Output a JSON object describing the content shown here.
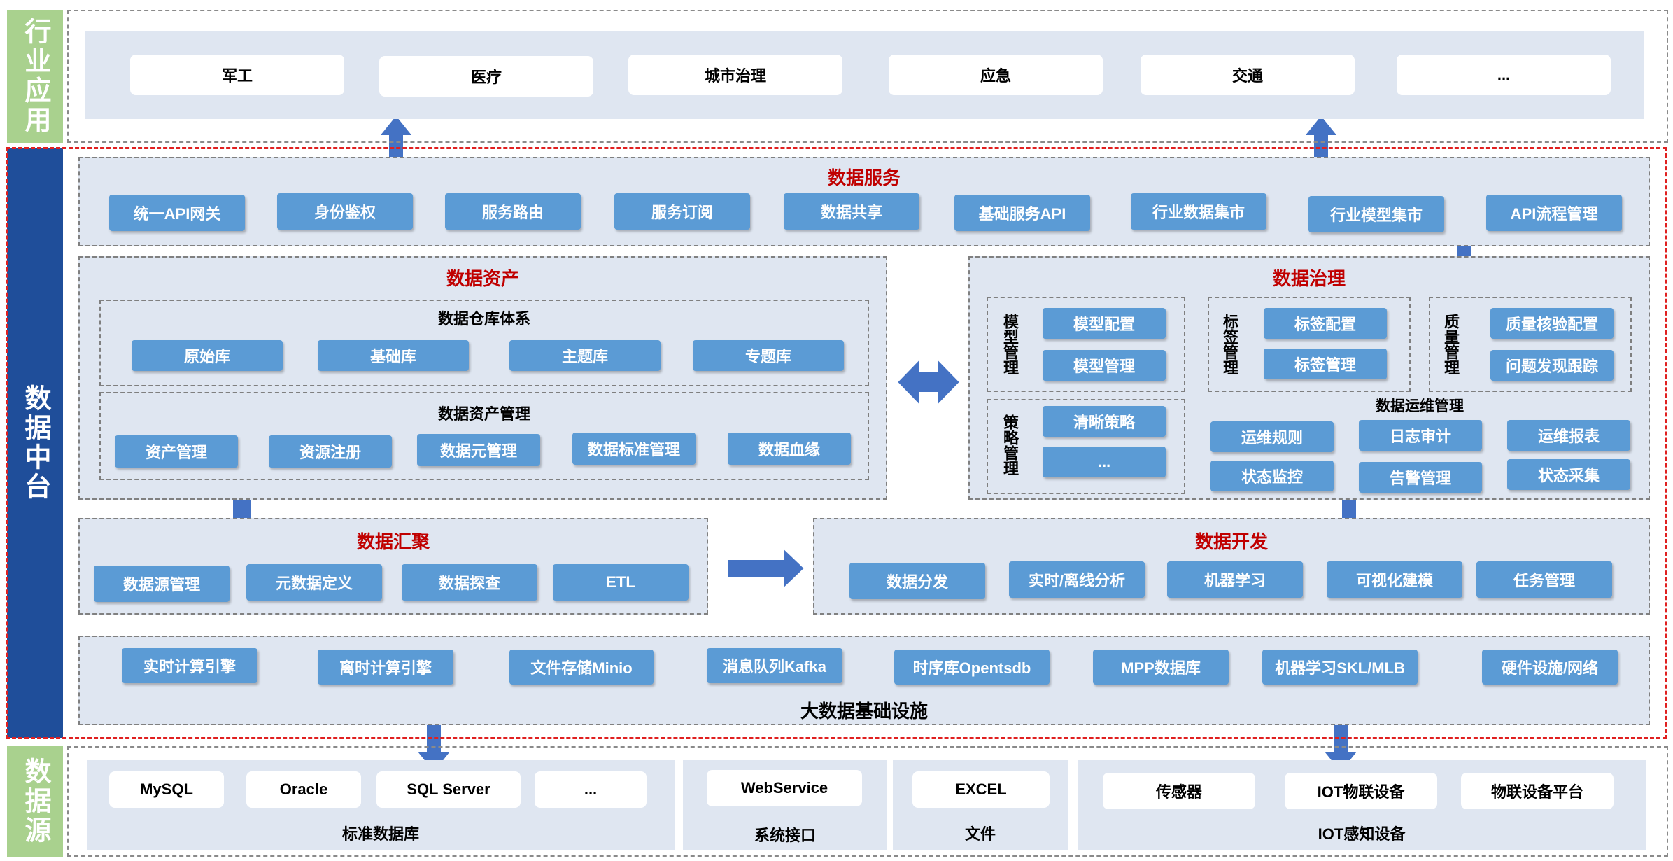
{
  "colors": {
    "accent_red": "#c00000",
    "box_blue": "#5b9bd5",
    "panel_bg": "#dfe6f1",
    "sidebar_green": "#a9d18e",
    "sidebar_blue": "#1f4e9a"
  },
  "sidebars": {
    "industry": "行业应用",
    "platform": "数据中台",
    "source": "数据源"
  },
  "industry": [
    "军工",
    "医疗",
    "城市治理",
    "应急",
    "交通",
    "..."
  ],
  "service": {
    "title": "数据服务",
    "items": [
      "统一API网关",
      "身份鉴权",
      "服务路由",
      "服务订阅",
      "数据共享",
      "基础服务API",
      "行业数据集市",
      "行业模型集市",
      "API流程管理"
    ]
  },
  "asset": {
    "title": "数据资产",
    "warehouse_title": "数据仓库体系",
    "warehouse": [
      "原始库",
      "基础库",
      "主题库",
      "专题库"
    ],
    "mgmt_title": "数据资产管理",
    "mgmt": [
      "资产管理",
      "资源注册",
      "数据元管理",
      "数据标准管理",
      "数据血缘"
    ]
  },
  "governance": {
    "title": "数据治理",
    "model_label": "模型管理",
    "model": [
      "模型配置",
      "模型管理"
    ],
    "tag_label": "标签管理",
    "tag": [
      "标签配置",
      "标签管理"
    ],
    "quality_label": "质量管理",
    "quality": [
      "质量核验配置",
      "问题发现跟踪"
    ],
    "strategy_label": "策略管理",
    "strategy": [
      "清晰策略",
      "..."
    ],
    "ops_title": "数据运维管理",
    "ops": [
      "运维规则",
      "日志审计",
      "运维报表",
      "状态监控",
      "告警管理",
      "状态采集"
    ]
  },
  "aggregation": {
    "title": "数据汇聚",
    "items": [
      "数据源管理",
      "元数据定义",
      "数据探查",
      "ETL"
    ]
  },
  "development": {
    "title": "数据开发",
    "items": [
      "数据分发",
      "实时/离线分析",
      "机器学习",
      "可视化建模",
      "任务管理"
    ]
  },
  "infra": {
    "title": "大数据基础设施",
    "items": [
      "实时计算引擎",
      "离时计算引擎",
      "文件存储Minio",
      "消息队列Kafka",
      "时序库Opentsdb",
      "MPP数据库",
      "机器学习SKL/MLB",
      "硬件设施/网络"
    ]
  },
  "sources": {
    "db_items": [
      "MySQL",
      "Oracle",
      "SQL Server",
      "..."
    ],
    "db_label": "标准数据库",
    "api_items": [
      "WebService"
    ],
    "api_label": "系统接口",
    "file_items": [
      "EXCEL"
    ],
    "file_label": "文件",
    "iot_items": [
      "传感器",
      "IOT物联设备",
      "物联设备平台"
    ],
    "iot_label": "IOT感知设备"
  }
}
